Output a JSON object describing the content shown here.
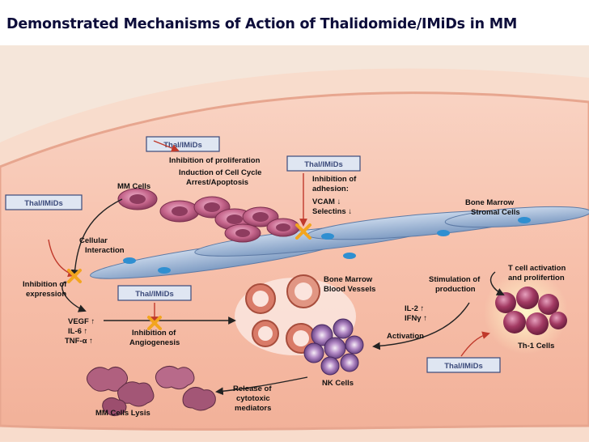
{
  "title": "Demonstrated Mechanisms of Action of Thalidomide/IMiDs in MM",
  "tags": {
    "thal": "Thal/IMiDs"
  },
  "labels": {
    "inhib_prolif": "Inhibition of proliferation",
    "induction_1": "Induction of Cell Cycle",
    "induction_2": "Arrest/Apoptosis",
    "mm_cells": "MM Cells",
    "inhib_adhesion_1": "Inhibition of",
    "inhib_adhesion_2": "adhesion:",
    "vcam": "VCAM ↓",
    "selectins": "Selectins ↓",
    "bm_stromal_1": "Bone Marrow",
    "bm_stromal_2": "Stromal Cells",
    "cellular_1": "Cellular",
    "cellular_2": "Interaction",
    "inhib_expr_1": "Inhibition of",
    "inhib_expr_2": "expression",
    "vegf": "VEGF ↑",
    "il6": "IL-6 ↑",
    "tnf": "TNF-α ↑",
    "inhib_angio_1": "Inhibition of",
    "inhib_angio_2": "Angiogenesis",
    "bm_vessels_1": "Bone Marrow",
    "bm_vessels_2": "Blood Vessels",
    "stim_1": "Stimulation of",
    "stim_2": "production",
    "tcell_1": "T cell activation",
    "tcell_2": "and prolifertion",
    "il2": "IL-2 ↑",
    "ifn": "IFNγ ↑",
    "activation": "Activation",
    "th1": "Th-1 Cells",
    "nk": "NK Cells",
    "release_1": "Release of",
    "release_2": "cytotoxic",
    "release_3": "mediators",
    "lysis": "MM Cells Lysis"
  },
  "colors": {
    "background_outer": "#f3e3d7",
    "vessel_band": "#f6c2ad",
    "vessel_band_edge": "#e7a68f",
    "mm_cell": "#c5658b",
    "stromal": "#9fb7d6",
    "nk_cell": "#9a6ab0",
    "th1_cell": "#a33a63",
    "x_mark": "#f2a51f",
    "arrow": "#2b2b2b",
    "tag_bg": "#dfe6f2"
  }
}
